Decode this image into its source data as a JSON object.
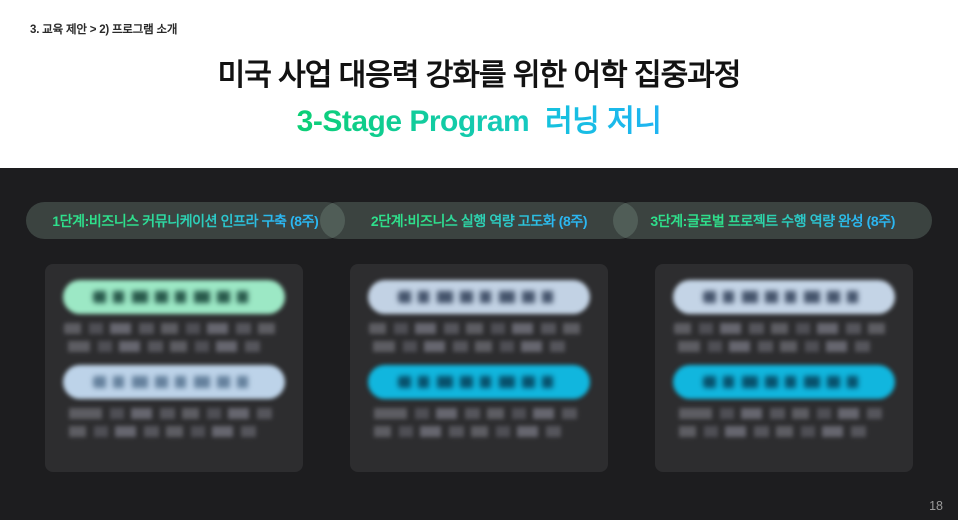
{
  "breadcrumb": "3. 교육 제안 > 2) 프로그램 소개",
  "title": "미국 사업 대응력 강화를 위한 어학 집중과정",
  "subtitle": {
    "part1": "3-Stage Program",
    "part2": "러닝 저니"
  },
  "page_number": "18",
  "colors": {
    "subtitle_gradient_start": "#0ccf75",
    "subtitle_gradient_mid_green": "#16c9c0",
    "subtitle_gradient_mid_blue": "#15c2dd",
    "subtitle_gradient_end": "#1fb3f2",
    "stage_label_gradient_start": "#2ee08c",
    "stage_label_gradient_end": "#2bb7f2",
    "panel_bg": "#1d1d1f",
    "card_bg": "#2d2d2f",
    "stage_pill_bg": "rgba(130,154,144,0.30)"
  },
  "stages": [
    {
      "label": "1단계:비즈니스 커뮤니케이션 인프라 구축 (8주)",
      "card": {
        "content_redacted": true,
        "top_pill_color": "#9ce8c5",
        "top_pill_text_color": "#27584a",
        "bottom_pill_color": "#bdd3e9",
        "bottom_pill_text_color": "#64809c"
      }
    },
    {
      "label": "2단계:비즈니스 실행 역량 고도화 (8주)",
      "card": {
        "content_redacted": true,
        "top_pill_color": "#c2d2e4",
        "top_pill_text_color": "#44536b",
        "bottom_pill_color": "#11b6de",
        "bottom_pill_text_color": "#07506b"
      }
    },
    {
      "label": "3단계:글로벌 프로젝트 수행 역량 완성 (8주)",
      "card": {
        "content_redacted": true,
        "top_pill_color": "#c4d4e6",
        "top_pill_text_color": "#44536b",
        "bottom_pill_color": "#11b6de",
        "bottom_pill_text_color": "#07506b"
      }
    }
  ]
}
